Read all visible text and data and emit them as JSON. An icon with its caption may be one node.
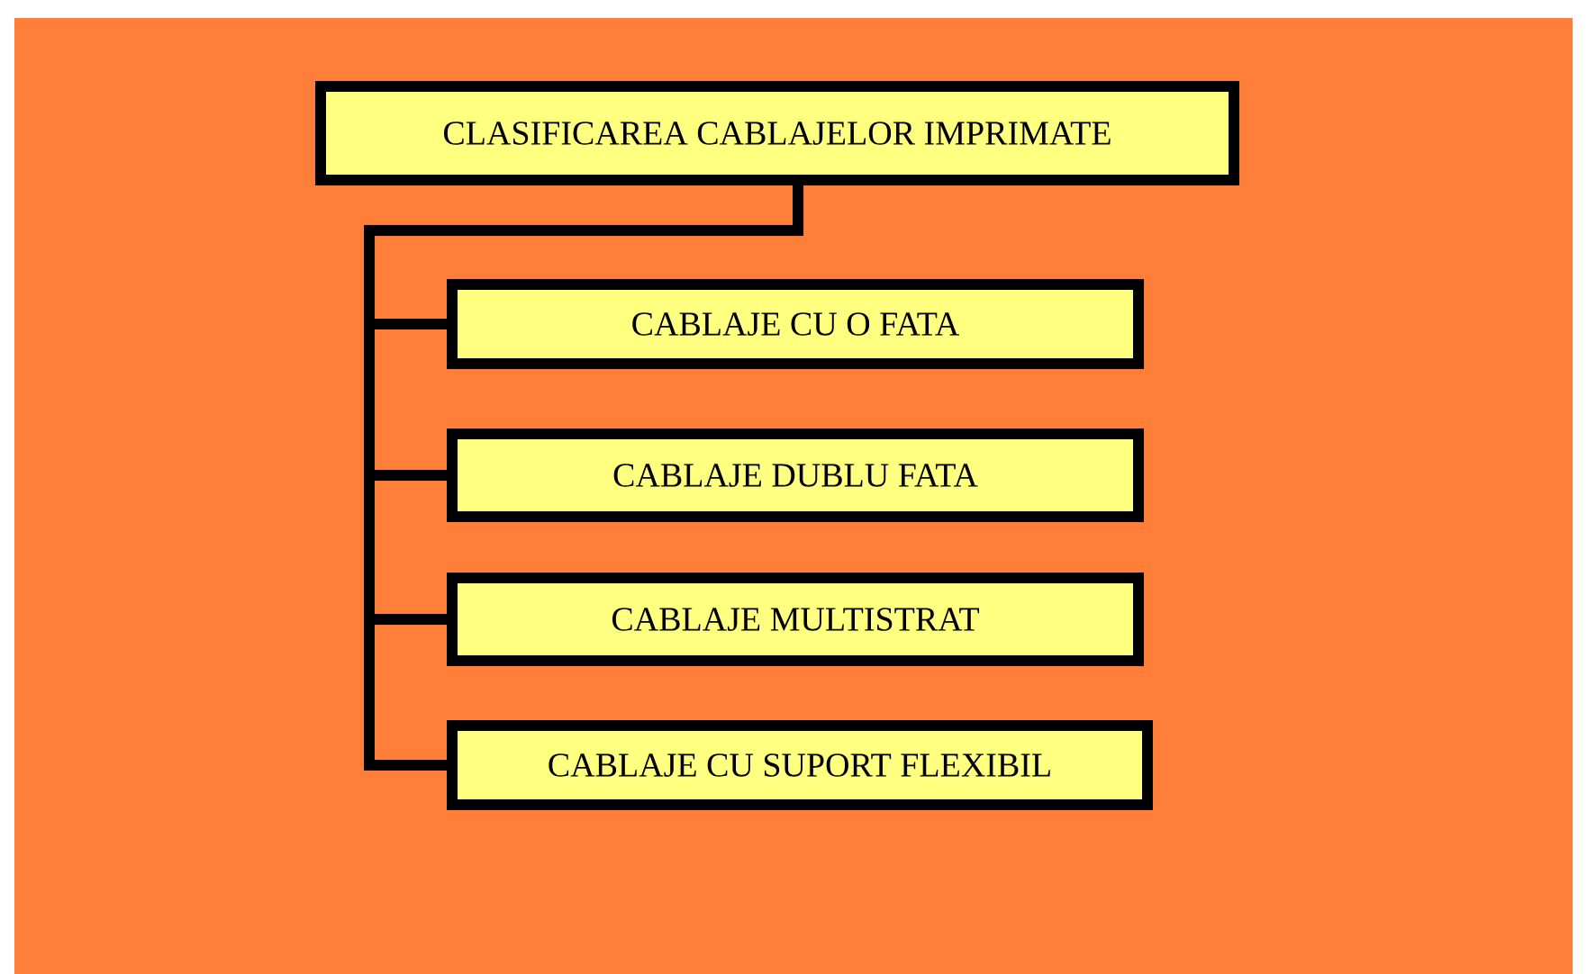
{
  "diagram": {
    "nodes": [
      {
        "text": [
          "CLASIFICAREA CABLAJELOR IMPRIMATE"
        ]
      },
      {
        "text": [
          "CABLAJE CU O FATA"
        ]
      },
      {
        "text": [
          "CABLAJE DUBLU FATA"
        ]
      },
      {
        "text": [
          "CABLAJE MULTISTRAT"
        ]
      },
      {
        "text": [
          "CABLAJE CU SUPORT FLEXIBIL"
        ]
      }
    ],
    "edges": [
      {
        "from": 0,
        "to": 1,
        "arrow": "none"
      },
      {
        "from": 0,
        "to": 2,
        "arrow": "none"
      },
      {
        "from": 0,
        "to": 3,
        "arrow": "none"
      },
      {
        "from": 0,
        "to": 4,
        "arrow": "none"
      }
    ]
  }
}
